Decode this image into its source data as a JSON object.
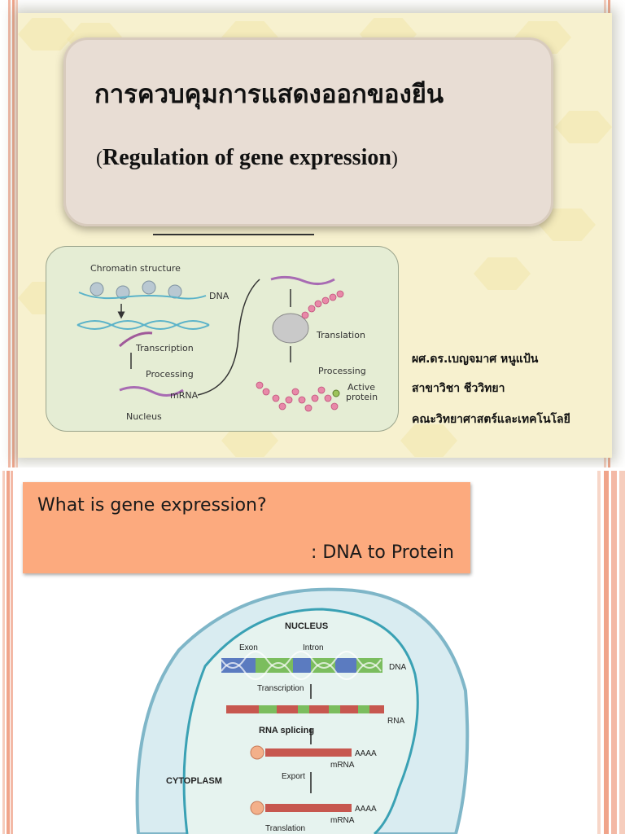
{
  "slide1": {
    "title_thai": "การควบคุมการแสดงออกของยีน",
    "title_en_open": "(",
    "title_en": "Regulation of gene expression",
    "title_en_close": ")",
    "diagram": {
      "chromatin_label": "Chromatin structure",
      "dna_label": "DNA",
      "transcription_label": "Transcription",
      "processing_label": "Processing",
      "mrna_label": "mRNA",
      "nucleus_label": "Nucleus",
      "translation_label": "Translation",
      "processing2_label": "Processing",
      "active_protein_line1": "Active",
      "active_protein_line2": "protein"
    },
    "author": {
      "name": "ผศ.ดร.เบญจมาศ หนูแป้น",
      "department": "สาขาวิชา ชีววิทยา",
      "faculty": "คณะวิทยาศาสตร์และเทคโนโลยี"
    }
  },
  "slide2": {
    "question": "What is gene expression?",
    "answer": ": DNA to Protein",
    "figure": {
      "nucleus": "NUCLEUS",
      "exon": "Exon",
      "intron": "Intron",
      "dna": "DNA",
      "transcription": "Transcription",
      "rna": "RNA",
      "rna_splicing": "RNA splicing",
      "polyA": "AAAA",
      "mrna": "mRNA",
      "cytoplasm": "CYTOPLASM",
      "export": "Export",
      "polyA2": "AAAA",
      "mrna2": "mRNA",
      "translation": "Translation"
    }
  },
  "colors": {
    "title_box": "#e8ddd4",
    "slide1_background": "#f7f1cf",
    "question_box": "#fcaa7e",
    "stripe": "#f0a48a"
  }
}
